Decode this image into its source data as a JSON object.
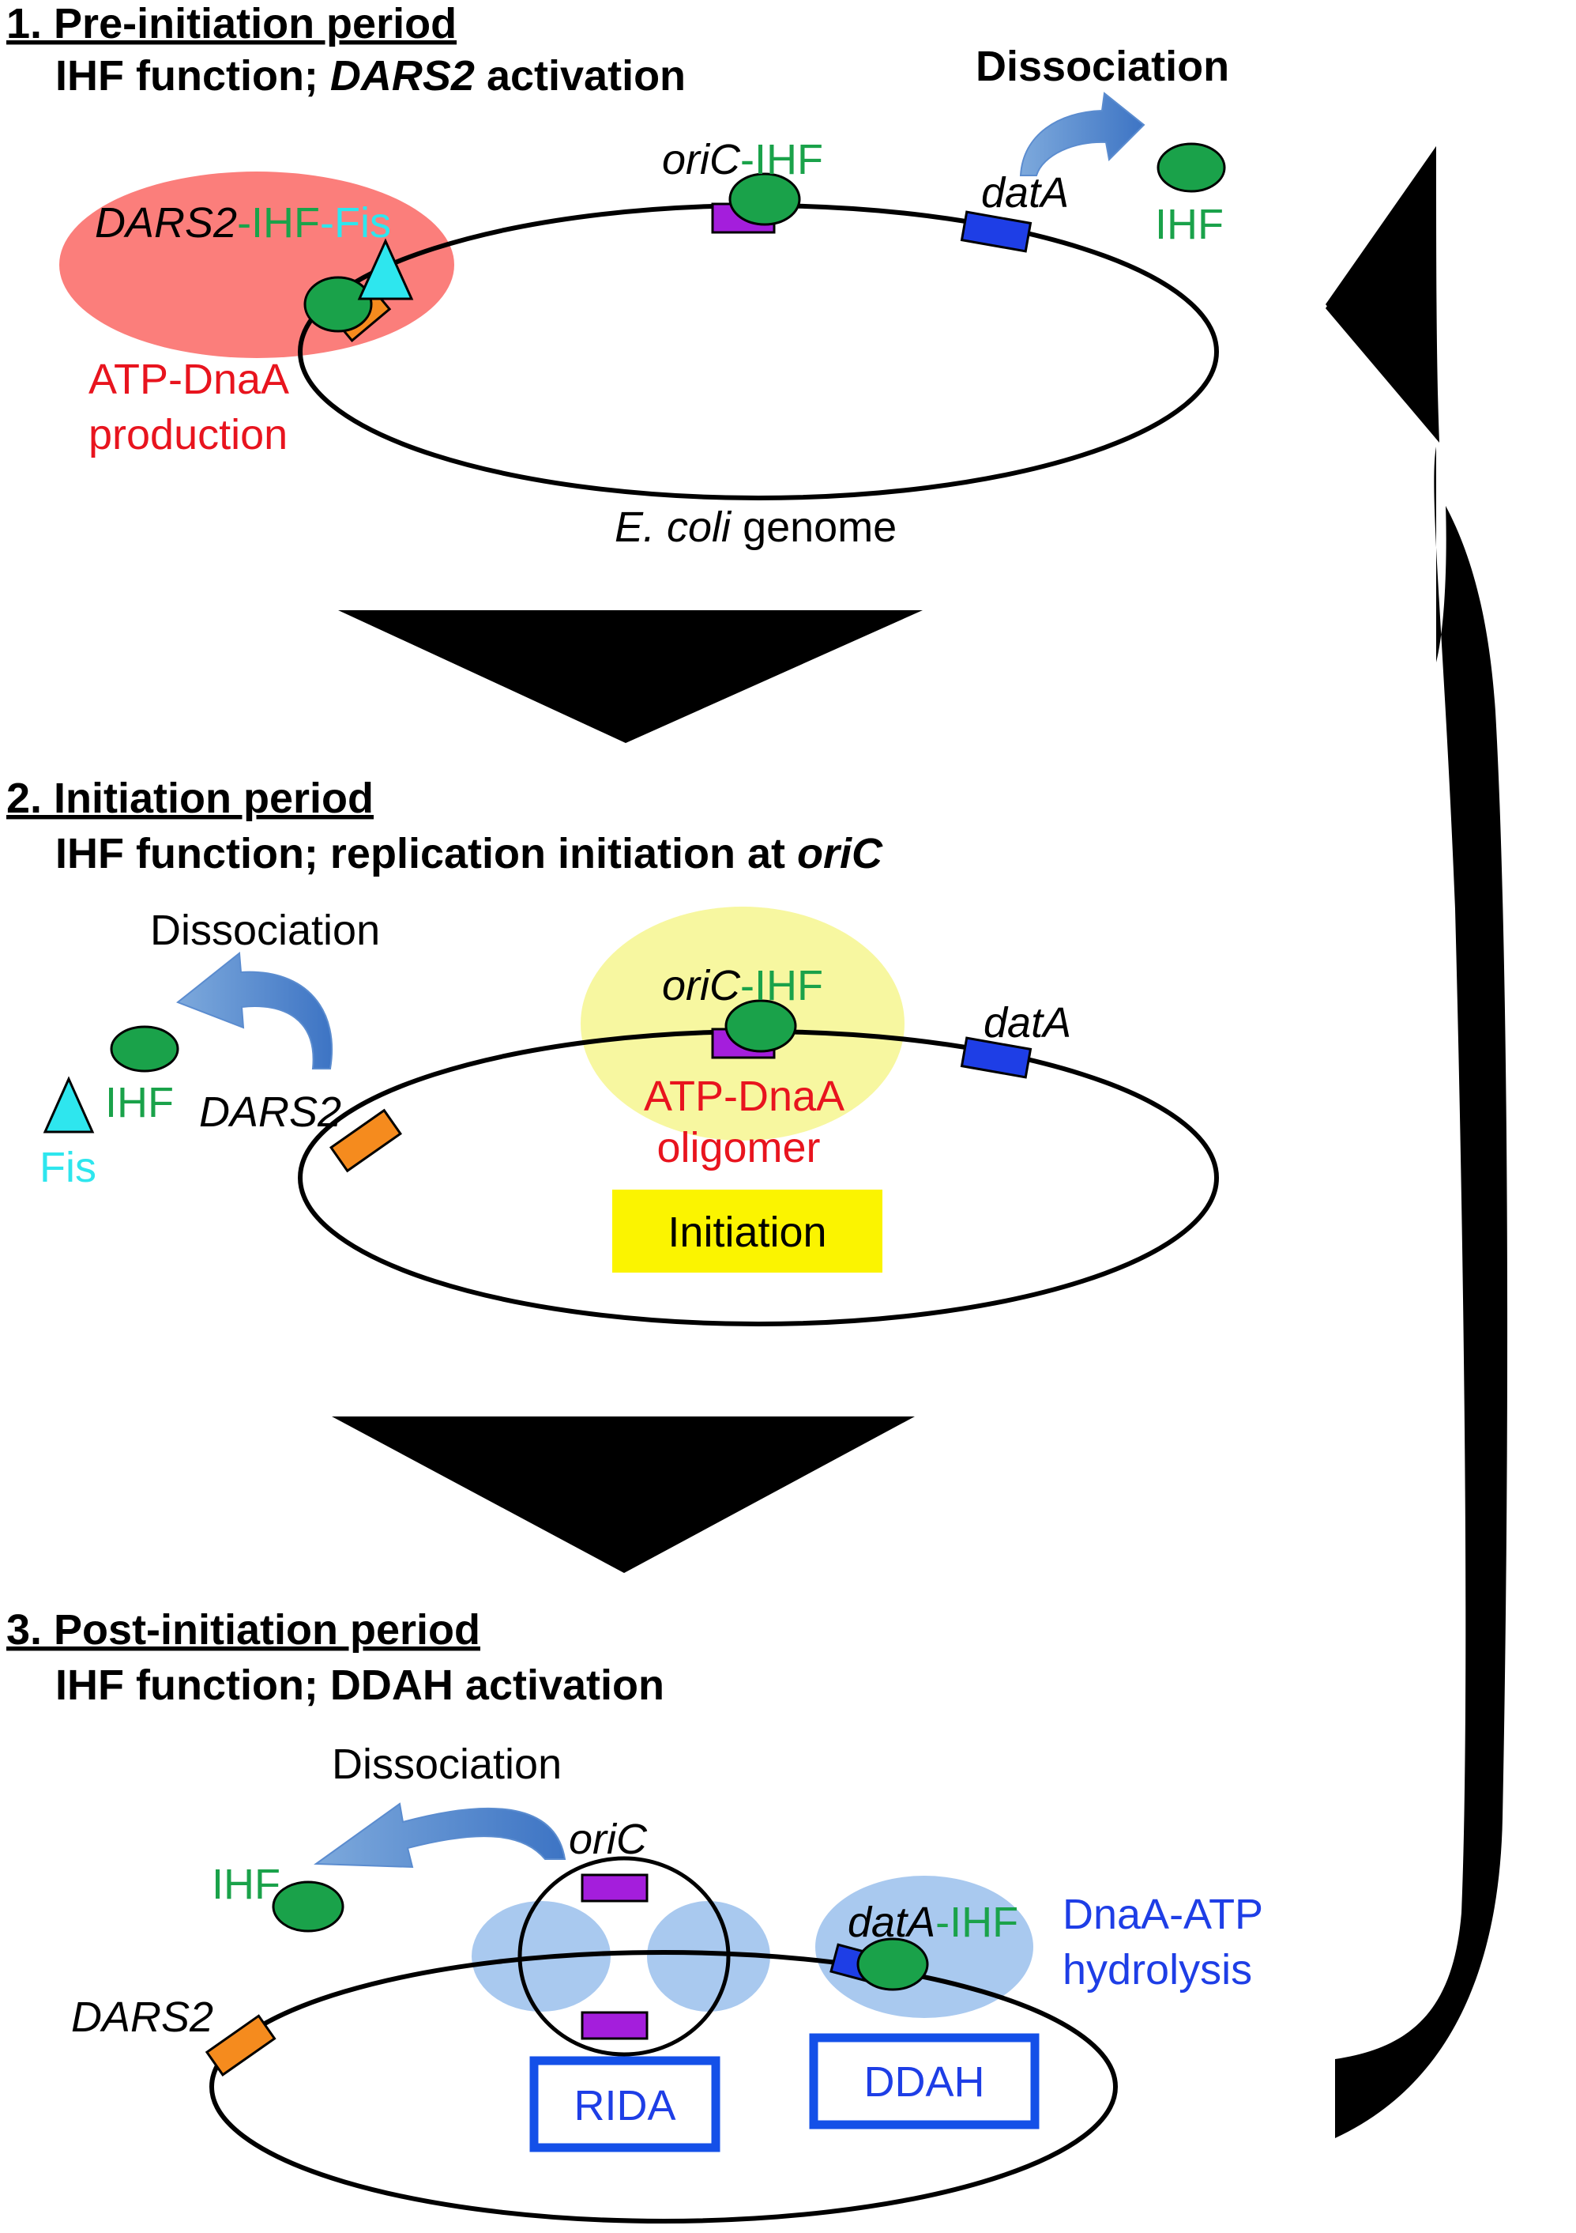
{
  "colors": {
    "ihf": "#1aa24a",
    "fis": "#2ee6ee",
    "red_text": "#e8141e",
    "blue_text": "#1e3ee6",
    "orange": "#f58b1e",
    "purple": "#a41edc",
    "blue_box": "#1450e8",
    "pink_highlight": "#fb7e7b",
    "yellow_highlight": "#f7f7a0",
    "blue_highlight": "#a9c9ef",
    "initiation_box": "#fbf400"
  },
  "panel1": {
    "number": "1. Pre-initiation period",
    "function_prefix": "IHF function; ",
    "function_italic": "DARS2",
    "function_suffix": " activation",
    "dissociation": "Dissociation",
    "dars2_italic": "DARS2",
    "dars2_ihf": "-IHF",
    "dars2_fis": "-Fis",
    "oric_italic": "oriC",
    "oric_ihf": "-IHF",
    "data_italic": "datA",
    "ihf": "IHF",
    "atp_line1": "ATP-DnaA",
    "atp_line2": "production",
    "genome_italic": "E. coli",
    "genome_rest": " genome"
  },
  "panel2": {
    "number": "2. Initiation period",
    "function_prefix": "IHF function; replication initiation at ",
    "function_italic": "oriC",
    "dissociation": "Dissociation",
    "ihf": "IHF",
    "fis": "Fis",
    "dars2_italic": "DARS2",
    "oric_italic": "oriC",
    "oric_ihf": "-IHF",
    "data_italic": "datA",
    "atp_line1": "ATP-DnaA",
    "atp_line2": "oligomer",
    "initiation": "Initiation"
  },
  "panel3": {
    "number": "3. Post-initiation period",
    "function_text": "IHF function; DDAH activation",
    "dissociation": "Dissociation",
    "ihf": "IHF",
    "oric_italic": "oriC",
    "dars2_italic": "DARS2",
    "data_italic": "datA",
    "data_ihf": "-IHF",
    "hydro_line1": "DnaA-ATP",
    "hydro_line2": "hydrolysis",
    "rida": "RIDA",
    "ddah": "DDAH"
  }
}
